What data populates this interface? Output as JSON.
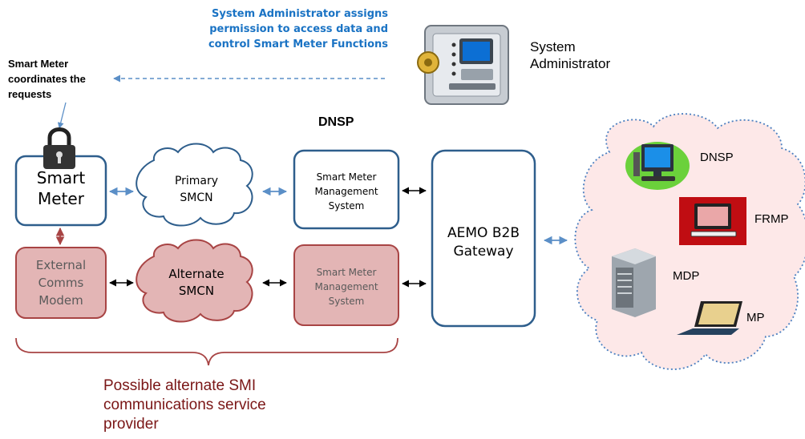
{
  "annotations": {
    "admin_note": [
      "System Administrator assigns",
      "permission to access data and",
      "control Smart Meter Functions"
    ],
    "smart_meter_note": [
      "Smart Meter",
      "coordinates the",
      "requests"
    ],
    "system_admin_label": [
      "System",
      "Administrator"
    ],
    "dnsp_header": "DNSP"
  },
  "boxes": {
    "smart_meter": [
      "Smart",
      "Meter"
    ],
    "external_modem": [
      "External",
      "Comms",
      "Modem"
    ],
    "primary_smcn": [
      "Primary",
      "SMCN"
    ],
    "alternate_smcn": [
      "Alternate",
      "SMCN"
    ],
    "smms_primary": [
      "Smart Meter",
      "Management",
      "System"
    ],
    "smms_alternate": [
      "Smart Meter",
      "Management",
      "System"
    ],
    "gateway": [
      "AEMO B2B",
      "Gateway"
    ]
  },
  "participants": [
    "DNSP",
    "FRMP",
    "MDP",
    "MP"
  ],
  "provider_note": [
    "Possible alternate SMI",
    "communications service",
    "provider"
  ],
  "colors": {
    "blue_border": "#2e5e8c",
    "red_fill": "#e3b5b5",
    "red_border": "#a84444",
    "note_blue": "#1a73c4",
    "provider_text": "#7a1616",
    "cloud_fill": "#fde8e8"
  },
  "icons": {
    "system_admin": "vault-computer-icon",
    "lock": "padlock-icon",
    "dnsp": "desktop-computer-icon",
    "frmp": "monitor-icon",
    "mdp": "server-tower-icon",
    "mp": "laptop-icon"
  }
}
